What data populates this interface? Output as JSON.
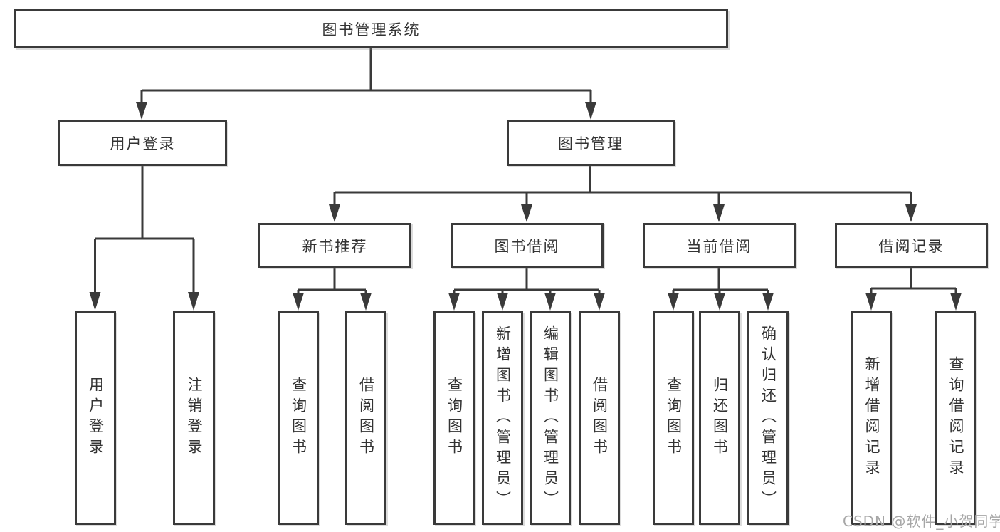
{
  "nodes": {
    "root": "图书管理系统",
    "branches": [
      "用户登录",
      "图书管理"
    ],
    "sections": [
      "新书推荐",
      "图书借阅",
      "当前借阅",
      "借阅记录"
    ],
    "leaves_user": [
      "用户登录",
      "注销登录"
    ],
    "leaves_new_books": [
      "查询图书",
      "借阅图书"
    ],
    "leaves_book_borrow": [
      "查询图书",
      "新增图书（管理员）",
      "编辑图书（管理员）",
      "借阅图书"
    ],
    "leaves_current_borrow": [
      "查询图书",
      "归还图书",
      "确认归还（管理员）"
    ],
    "leaves_borrow_records": [
      "新增借阅记录",
      "查询借阅记录"
    ]
  },
  "watermark": "CSDN @软件_小贺同学",
  "colors": {
    "line": "#3a3a3a",
    "text": "#333333",
    "watermark": "#a6a6a6",
    "background": "#ffffff"
  }
}
